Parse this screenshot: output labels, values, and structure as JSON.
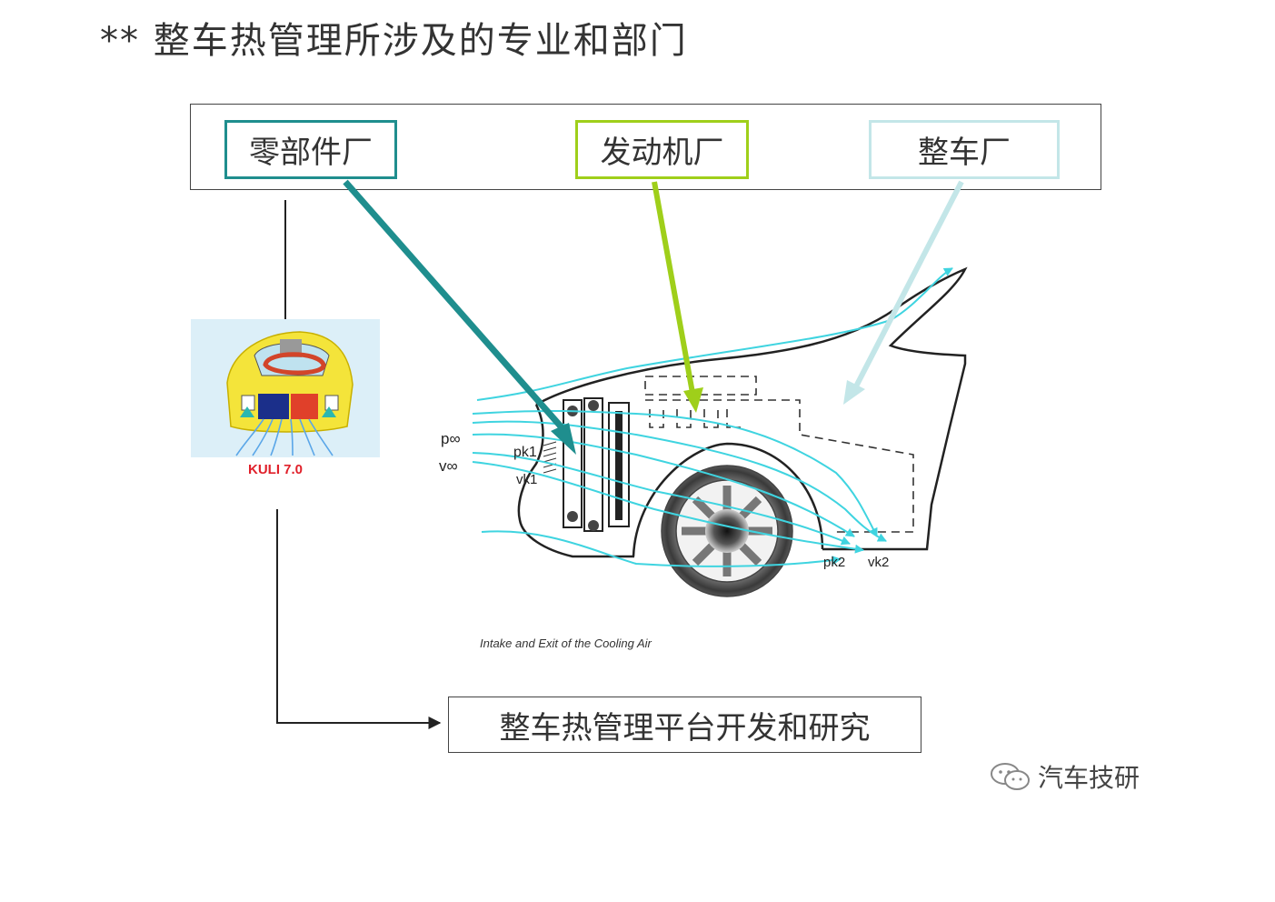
{
  "title": "** 整车热管理所涉及的专业和部门",
  "boxes": {
    "parts_supplier": "零部件厂",
    "engine_plant": "发动机厂",
    "vehicle_plant": "整车厂",
    "platform": "整车热管理平台开发和研究"
  },
  "kuli_label": "KULI 7.0",
  "diagram_caption": "Intake and Exit of the Cooling Air",
  "params": {
    "p_inf": "p∞",
    "v_inf": "v∞",
    "pk1": "pk1",
    "vk1": "vk1",
    "pk2": "pk2",
    "vk2": "vk2"
  },
  "watermark": "汽车技研",
  "colors": {
    "parts_supplier": "#1f8e8e",
    "engine_plant": "#9fcf1a",
    "vehicle_plant": "#c3e6e8",
    "airflow": "#3fd4e0",
    "kuli_label": "#e0202a"
  },
  "icons": [
    "wechat-icon"
  ]
}
